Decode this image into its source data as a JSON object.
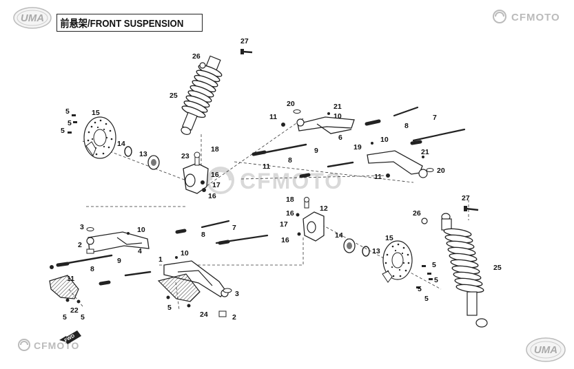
{
  "header": {
    "title": "前悬架/FRONT SUSPENSION"
  },
  "logos": {
    "top_left": "UMA",
    "top_right": "CFMOTO",
    "center_watermark": "CFMOTO",
    "bottom_left": "CFMOTO",
    "bottom_right": "UMA",
    "fwd": "FWD"
  },
  "callouts": [
    {
      "id": "c27a",
      "text": "27"
    },
    {
      "id": "c26a",
      "text": "26"
    },
    {
      "id": "c25a",
      "text": "25"
    },
    {
      "id": "c5a",
      "text": "5"
    },
    {
      "id": "c15a",
      "text": "15"
    },
    {
      "id": "c5b",
      "text": "5"
    },
    {
      "id": "c5c",
      "text": "5"
    },
    {
      "id": "c14a",
      "text": "14"
    },
    {
      "id": "c13a",
      "text": "13"
    },
    {
      "id": "c23",
      "text": "23"
    },
    {
      "id": "c18a",
      "text": "18"
    },
    {
      "id": "c16a",
      "text": "16"
    },
    {
      "id": "c17a",
      "text": "17"
    },
    {
      "id": "c16b",
      "text": "16"
    },
    {
      "id": "c20a",
      "text": "20"
    },
    {
      "id": "c11a",
      "text": "11"
    },
    {
      "id": "c21a",
      "text": "21"
    },
    {
      "id": "c10a",
      "text": "10"
    },
    {
      "id": "c7a",
      "text": "7"
    },
    {
      "id": "c8a",
      "text": "8"
    },
    {
      "id": "c6",
      "text": "6"
    },
    {
      "id": "c10b",
      "text": "10"
    },
    {
      "id": "c19",
      "text": "19"
    },
    {
      "id": "c9a",
      "text": "9"
    },
    {
      "id": "c21b",
      "text": "21"
    },
    {
      "id": "c11b",
      "text": "11"
    },
    {
      "id": "c8b",
      "text": "8"
    },
    {
      "id": "c20b",
      "text": "20"
    },
    {
      "id": "c11c",
      "text": "11"
    },
    {
      "id": "c18b",
      "text": "18"
    },
    {
      "id": "c12",
      "text": "12"
    },
    {
      "id": "c16c",
      "text": "16"
    },
    {
      "id": "c17b",
      "text": "17"
    },
    {
      "id": "c16d",
      "text": "16"
    },
    {
      "id": "c14b",
      "text": "14"
    },
    {
      "id": "c13b",
      "text": "13"
    },
    {
      "id": "c15b",
      "text": "15"
    },
    {
      "id": "c27b",
      "text": "27"
    },
    {
      "id": "c26b",
      "text": "26"
    },
    {
      "id": "c25b",
      "text": "25"
    },
    {
      "id": "c5d",
      "text": "5"
    },
    {
      "id": "c5e",
      "text": "5"
    },
    {
      "id": "c5f",
      "text": "5"
    },
    {
      "id": "c5g",
      "text": "5"
    },
    {
      "id": "c3a",
      "text": "3"
    },
    {
      "id": "c10c",
      "text": "10"
    },
    {
      "id": "c7b",
      "text": "7"
    },
    {
      "id": "c2a",
      "text": "2"
    },
    {
      "id": "c4",
      "text": "4"
    },
    {
      "id": "c8c",
      "text": "8"
    },
    {
      "id": "c10d",
      "text": "10"
    },
    {
      "id": "c1",
      "text": "1"
    },
    {
      "id": "c9b",
      "text": "9"
    },
    {
      "id": "c8d",
      "text": "8"
    },
    {
      "id": "c11d",
      "text": "11"
    },
    {
      "id": "c22",
      "text": "22"
    },
    {
      "id": "c5h",
      "text": "5"
    },
    {
      "id": "c5i",
      "text": "5"
    },
    {
      "id": "c5j",
      "text": "5"
    },
    {
      "id": "c3b",
      "text": "3"
    },
    {
      "id": "c24",
      "text": "24"
    },
    {
      "id": "c2b",
      "text": "2"
    }
  ]
}
